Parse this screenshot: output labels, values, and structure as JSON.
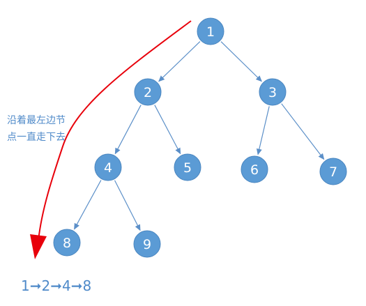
{
  "diagram": {
    "type": "binary-tree",
    "colors": {
      "node_fill": "#5b9bd5",
      "node_stroke": "#4a86c0",
      "edge": "#5b8fc8",
      "arrow_red": "#e8000b",
      "text_blue": "#4f8ac9"
    },
    "nodes": [
      {
        "id": "n1",
        "label": "1"
      },
      {
        "id": "n2",
        "label": "2"
      },
      {
        "id": "n3",
        "label": "3"
      },
      {
        "id": "n4",
        "label": "4"
      },
      {
        "id": "n5",
        "label": "5"
      },
      {
        "id": "n6",
        "label": "6"
      },
      {
        "id": "n7",
        "label": "7"
      },
      {
        "id": "n8",
        "label": "8"
      },
      {
        "id": "n9",
        "label": "9"
      }
    ],
    "edges": [
      {
        "from": "n1",
        "to": "n2"
      },
      {
        "from": "n1",
        "to": "n3"
      },
      {
        "from": "n2",
        "to": "n4"
      },
      {
        "from": "n2",
        "to": "n5"
      },
      {
        "from": "n3",
        "to": "n6"
      },
      {
        "from": "n3",
        "to": "n7"
      },
      {
        "from": "n4",
        "to": "n8"
      },
      {
        "from": "n4",
        "to": "n9"
      }
    ],
    "annotation": {
      "line1": "沿着最左边节",
      "line2": "点一直走下去"
    },
    "traversal": {
      "text": "1➞2➞4➞8"
    }
  }
}
